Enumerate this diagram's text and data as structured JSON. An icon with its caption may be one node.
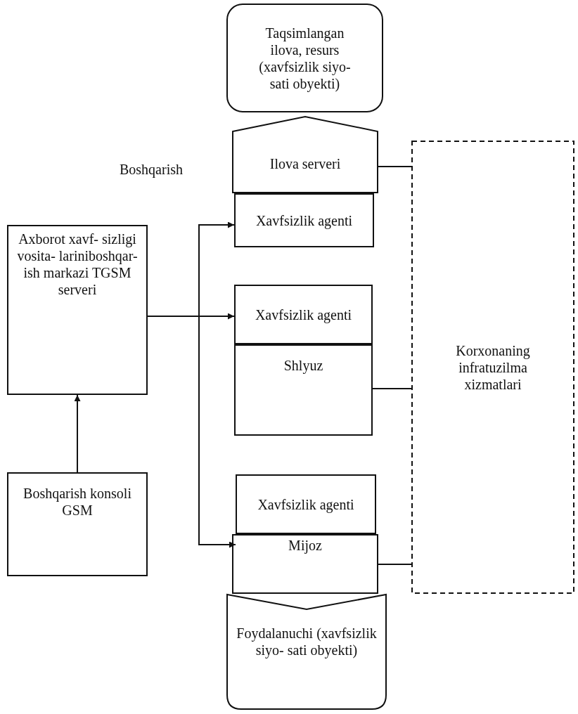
{
  "diagram": {
    "nodes": [
      {
        "text": [
          "Taqsimlangan ilova, resurs (xavfsizlik siyo- sati obyekti)"
        ]
      },
      {
        "text": [
          "Ilova serveri"
        ]
      },
      {
        "text": [
          "Xavfsizlik agenti"
        ]
      },
      {
        "text": [
          "Axborot xavf- sizligi vosita- lariniboshqar- ish markazi TGSM serveri"
        ]
      },
      {
        "text": [
          "Xavfsizlik agenti"
        ]
      },
      {
        "text": [
          "Shlyuz"
        ]
      },
      {
        "text": [
          "Korxonaning infratuzilma xizmatlari"
        ]
      },
      {
        "text": [
          "Boshqarish konsoli GSM"
        ]
      },
      {
        "text": [
          "Xavfsizlik agenti"
        ]
      },
      {
        "text": [
          "Mijoz"
        ]
      },
      {
        "text": [
          "Foydalanuchi (xavfsizlik siyo- sati obyekti)"
        ]
      }
    ],
    "edges": [
      {
        "from": 7,
        "to": 3,
        "arrow": "to"
      },
      {
        "from": 3,
        "to": 2,
        "arrow": "to"
      },
      {
        "from": 3,
        "to": 4,
        "arrow": "to"
      },
      {
        "from": 3,
        "to": 8,
        "arrow": "to"
      },
      {
        "from": 1,
        "to": 6,
        "arrow": "none"
      },
      {
        "from": 5,
        "to": 6,
        "arrow": "none"
      },
      {
        "from": 9,
        "to": 6,
        "arrow": "none"
      }
    ],
    "labels": [
      "Boshqarish"
    ]
  }
}
